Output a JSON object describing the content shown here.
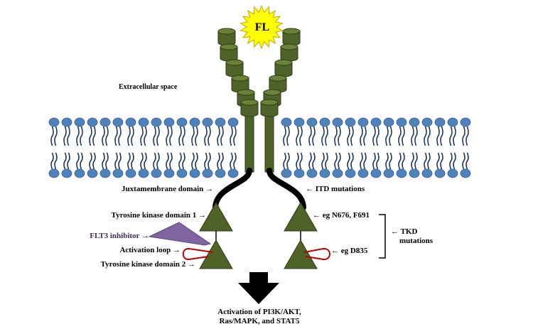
{
  "ligand": {
    "label": "FL",
    "color": "#ffff00"
  },
  "labels": {
    "extracellular": "Extracellular  space",
    "juxtamembrane": "Juxtamembrane domain",
    "tkd1": "Tyrosine kinase domain 1",
    "inhibitor": "FLT3 inhibitor",
    "activation_loop": "Activation loop",
    "tkd2": "Tyrosine kinase domain 2",
    "itd": "ITD mutations",
    "eg_n676": "eg N676, F691",
    "eg_d835": "eg D835",
    "tkd_mutations_line1": "TKD",
    "tkd_mutations_line2": "mutations",
    "activation_line1": "Activation  of PI3K/AKT,",
    "activation_line2": "Ras/MAPK, and STAT5"
  },
  "arrow_glyphs": {
    "right": "→",
    "left": "←"
  },
  "colors": {
    "receptor": "#4f6228",
    "receptor_dark": "#2e3a17",
    "lipid_head": "#4f81bd",
    "lipid_tail": "#1f3864",
    "inhibitor": "#8064a2",
    "loop": "#c00000",
    "arrow": "#000000"
  }
}
